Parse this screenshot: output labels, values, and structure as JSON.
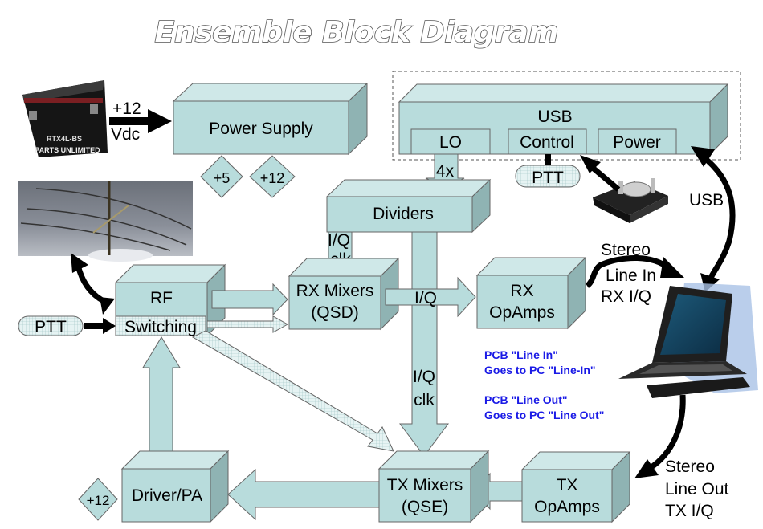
{
  "title": "Ensemble Block Diagram",
  "colors": {
    "block_front": "#b8dcdc",
    "block_top": "#cfe8e8",
    "block_side": "#8fb3b3",
    "arrow_fill": "#b8dcdc",
    "note_text": "#1a1ae6",
    "outline": "#555555"
  },
  "battery": {
    "label": "RTX4L-BS",
    "brand": "PARTS UNLIMITED",
    "supply_label_1": "+12",
    "supply_label_2": "Vdc"
  },
  "blocks": {
    "power_supply": "Power Supply",
    "usb": "USB",
    "lo": "LO",
    "control": "Control",
    "power": "Power",
    "dividers": "Dividers",
    "rf": "RF",
    "switching": "Switching",
    "rx_mixers_1": "RX Mixers",
    "rx_mixers_2": "(QSD)",
    "rx_opamps_1": "RX",
    "rx_opamps_2": "OpAmps",
    "driver_pa": "Driver/PA",
    "tx_mixers_1": "TX Mixers",
    "tx_mixers_2": "(QSE)",
    "tx_opamps_1": "TX",
    "tx_opamps_2": "OpAmps"
  },
  "badges": {
    "plus5": "+5",
    "plus12_ps": "+12",
    "plus12_pa": "+12",
    "ptt_left": "PTT",
    "ptt_usb": "PTT"
  },
  "labels": {
    "lo_mult": "4x",
    "iq_clk_rx_1": "I/Q",
    "iq_clk_rx_2": "clk",
    "iq_rx": "I/Q",
    "iq_clk_tx_1": "I/Q",
    "iq_clk_tx_2": "clk",
    "usb_link": "USB",
    "line_in_1": "Stereo",
    "line_in_2": "Line In",
    "line_in_3": "RX I/Q",
    "line_out_1": "Stereo",
    "line_out_2": "Line Out",
    "line_out_3": "TX I/Q"
  },
  "notes": [
    "PCB \"Line In\"",
    "Goes to PC \"Line-In\"",
    "PCB \"Line Out\"",
    "Goes to PC \"Line Out\""
  ]
}
